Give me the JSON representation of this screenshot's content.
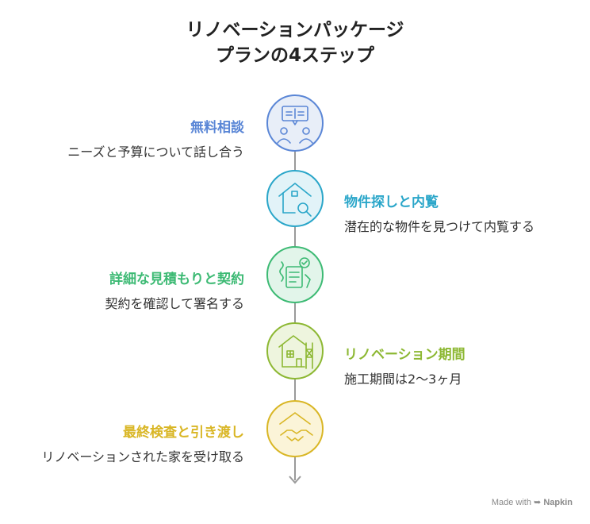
{
  "title": {
    "line1": "リノベーションパッケージ",
    "line2": "プランの4ステップ"
  },
  "steps": [
    {
      "title": "無料相談",
      "desc": "ニーズと予算について話し合う",
      "color": "#5A86D6",
      "fill": "#E8EEF8",
      "icon": "consultation-icon",
      "side": "left"
    },
    {
      "title": "物件探しと内覧",
      "desc": "潜在的な物件を見つけて内覧する",
      "color": "#2AA6C9",
      "fill": "#E2F3F8",
      "icon": "house-search-icon",
      "side": "right"
    },
    {
      "title": "詳細な見積もりと契約",
      "desc": "契約を確認して署名する",
      "color": "#3DBA74",
      "fill": "#E2F5EA",
      "icon": "contract-sign-icon",
      "side": "left"
    },
    {
      "title": "リノベーション期間",
      "desc": "施工期間は2〜3ヶ月",
      "color": "#8DB833",
      "fill": "#EEF5DE",
      "icon": "construction-house-icon",
      "side": "right"
    },
    {
      "title": "最終検査と引き渡し",
      "desc": "リノベーションされた家を受け取る",
      "color": "#D9B625",
      "fill": "#FBF4D8",
      "icon": "handshake-house-icon",
      "side": "left"
    }
  ],
  "footer": {
    "made_with": "Made with",
    "brand": "Napkin"
  }
}
